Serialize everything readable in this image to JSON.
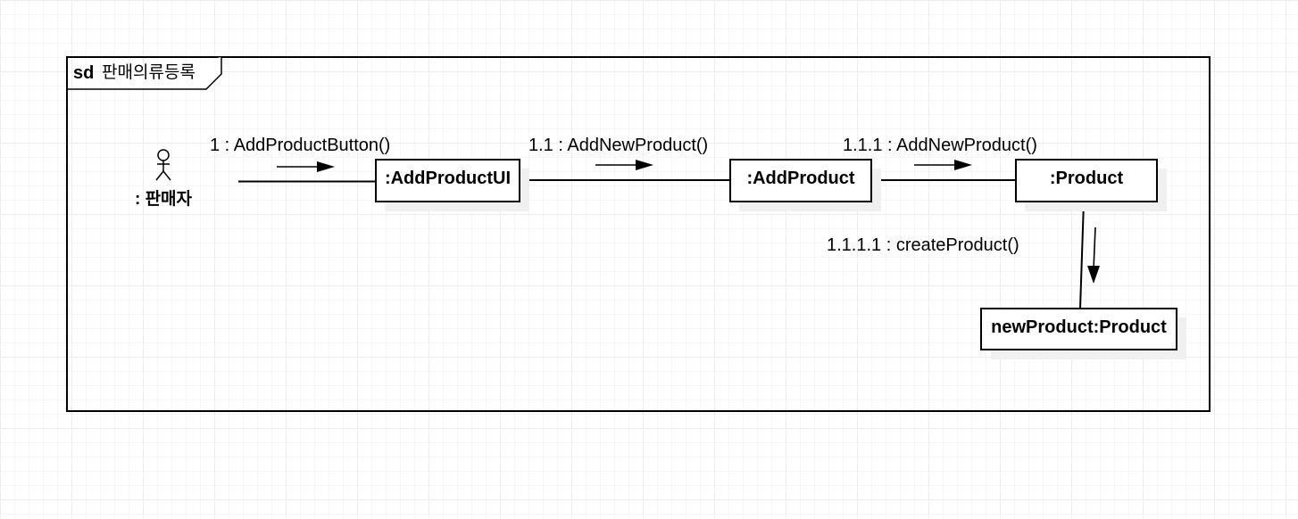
{
  "frame": {
    "keyword": "sd",
    "name": "판매의류등록"
  },
  "actor": {
    "label": ": 판매자"
  },
  "objects": {
    "add_product_ui": ":AddProductUI",
    "add_product": ":AddProduct",
    "product": ":Product",
    "new_product": "newProduct:Product"
  },
  "messages": {
    "m1": "1 : AddProductButton()",
    "m1_1": "1.1 : AddNewProduct()",
    "m1_1_1": "1.1.1 : AddNewProduct()",
    "m1_1_1_1": "1.1.1.1 : createProduct()"
  }
}
